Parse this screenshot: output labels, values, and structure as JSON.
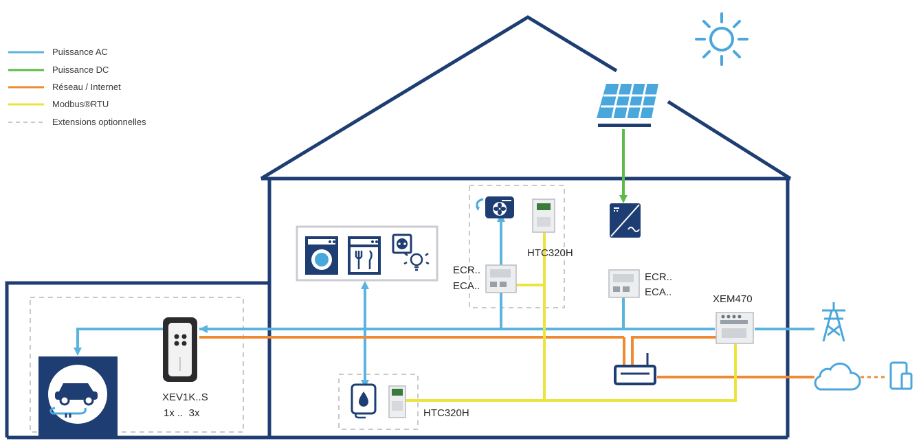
{
  "legend": {
    "items": [
      {
        "label": "Puissance AC",
        "color": "#5ab4dd",
        "style": "solid"
      },
      {
        "label": "Puissance DC",
        "color": "#5cb94a",
        "style": "solid"
      },
      {
        "label": "Réseau / Internet",
        "color": "#ef8a33",
        "style": "solid"
      },
      {
        "label": "Modbus®RTU",
        "color": "#ece33f",
        "style": "solid"
      },
      {
        "label": "Extensions optionnelles",
        "color": "#c8c8c8",
        "style": "dashed"
      }
    ]
  },
  "devices": {
    "charger_label": "XEV1K..S",
    "charger_count": "1x ..  3x",
    "meter_label_1": "ECR..",
    "meter_label_2": "ECA..",
    "pv_meter_label_1": "ECR..",
    "pv_meter_label_2": "ECA..",
    "controller_top": "HTC320H",
    "controller_bottom": "HTC320H",
    "gateway_label": "XEM470"
  },
  "colors": {
    "house": "#1e3d72",
    "ac": "#5ab4dd",
    "dc": "#5cb94a",
    "network": "#ef8a33",
    "modbus": "#ece33f",
    "dashed": "#c8c8c8"
  }
}
